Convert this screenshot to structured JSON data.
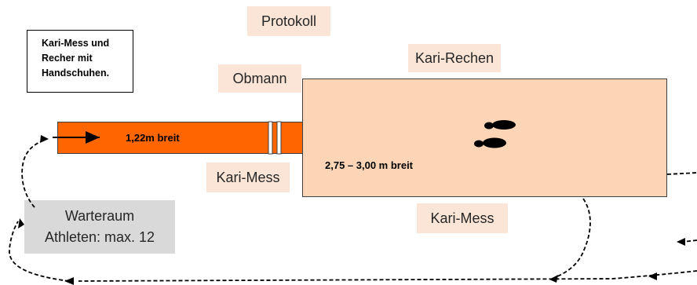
{
  "labels": {
    "protokoll": "Protokoll",
    "obmann": "Obmann",
    "kari_rechen": "Kari-Rechen",
    "kari_mess_left": "Kari-Mess",
    "kari_mess_bottom": "Kari-Mess"
  },
  "note": {
    "line1": "Kari-Mess und",
    "line2": "Recher mit",
    "line3": "Handschuhen."
  },
  "waiting_area": {
    "line1": "Warteraum",
    "line2": "Athleten: max. 12"
  },
  "runway": {
    "label": "1,22m breit"
  },
  "landing_area": {
    "label": "2,75 – 3,00 m breit"
  }
}
